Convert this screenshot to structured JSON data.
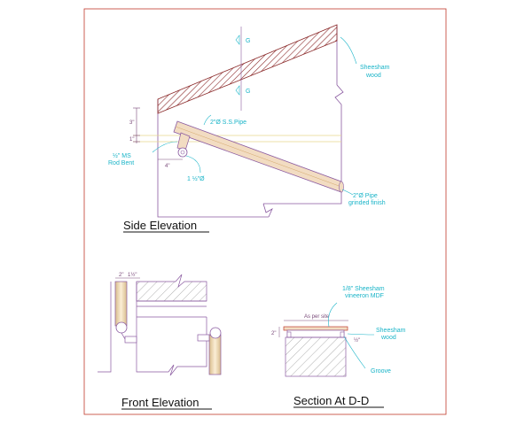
{
  "colors": {
    "frame": "#c0392b",
    "outline": "#8a5aa0",
    "hatch": "#8b2a2a",
    "wood": "#f2dcc2",
    "label": "#19b4c8",
    "dim": "#7a4a7a",
    "title": "#111111"
  },
  "side_elevation": {
    "title": "Side Elevation",
    "label_wood": "Sheesham wood",
    "label_pipe_top": "2\"Ø S.S.Pipe",
    "label_rod": "½\" MS Rod Bent",
    "label_pipe_small": "1 ½\"Ø",
    "label_pipe_bottom": "2\"Ø Pipe grinded finish",
    "dim_4": "4\"",
    "dim_1": "1\"",
    "dim_3": "3\"",
    "marker_g": "G"
  },
  "front_elevation": {
    "title": "Front Elevation",
    "dim_2": "2\"",
    "dim_1half": "1½\""
  },
  "section": {
    "title": "Section At D-D",
    "label_mdf": "1/8\" Sheesham vineeron MDF",
    "label_as_per_site": "As per site",
    "label_wood": "Sheesham wood",
    "label_groove": "Groove",
    "dim_half": "½\"",
    "dim_2": "2\""
  }
}
